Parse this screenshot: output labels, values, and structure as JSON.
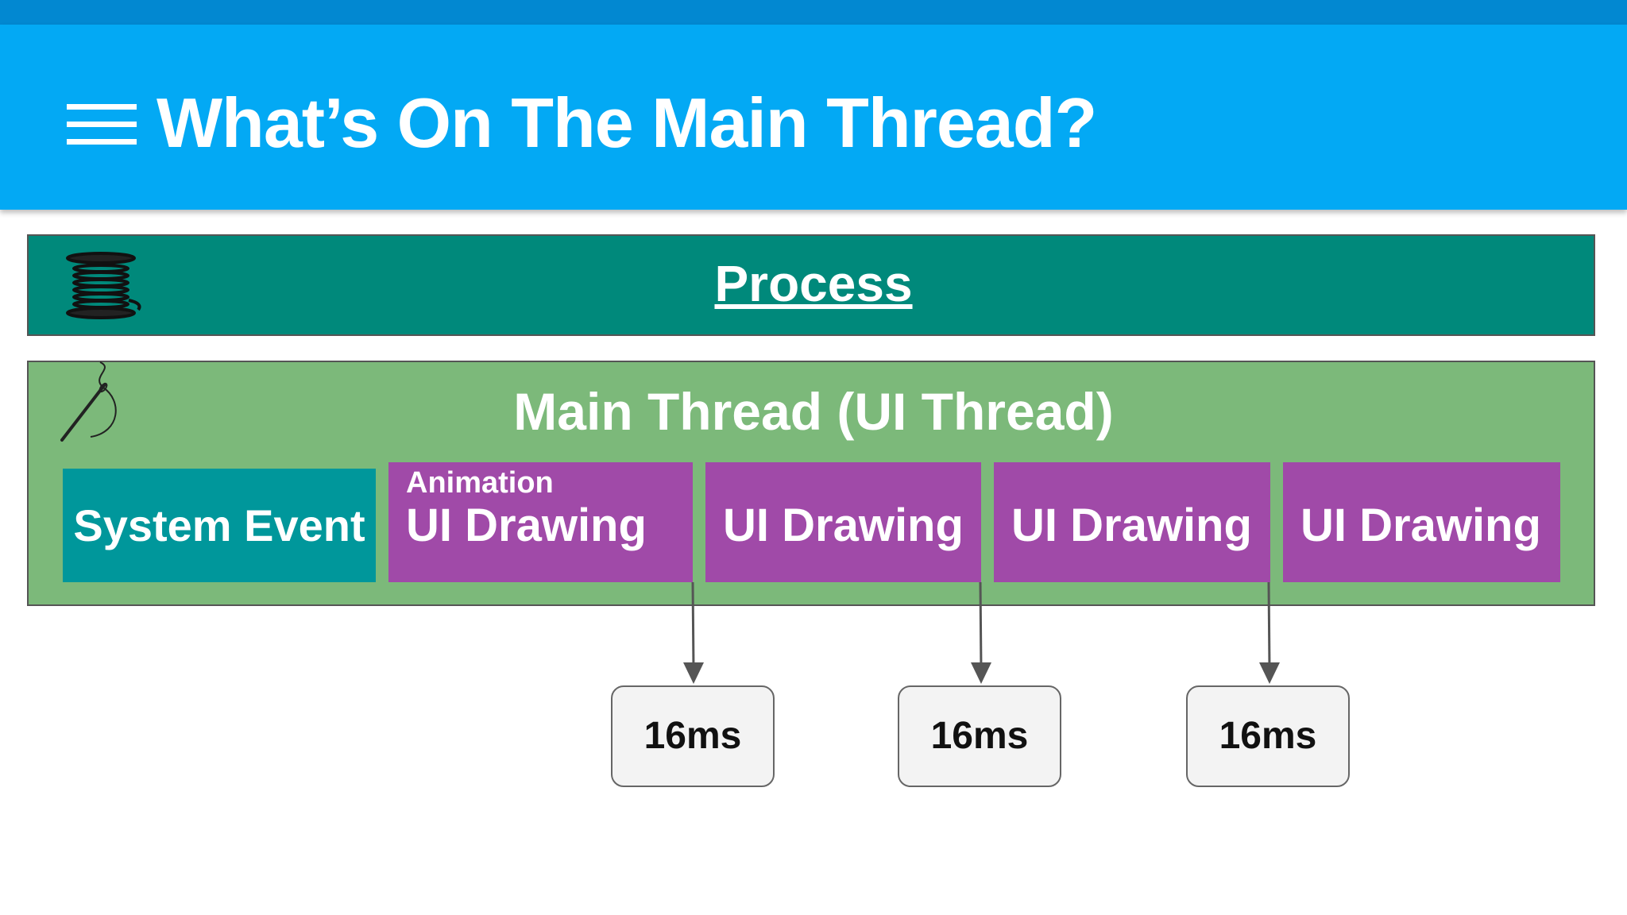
{
  "header": {
    "title": "What’s On The Main Thread?"
  },
  "icons": {
    "menu": "hamburger-menu-icon",
    "spool": "thread-spool-icon",
    "needle": "needle-thread-icon"
  },
  "process": {
    "label": "Process"
  },
  "main_thread": {
    "label": "Main Thread (UI Thread)",
    "system_event": "System Event",
    "animation_label": "Animation",
    "drawings": [
      "UI Drawing",
      "UI Drawing",
      "UI Drawing",
      "UI Drawing"
    ]
  },
  "frame_budgets": [
    "16ms",
    "16ms",
    "16ms"
  ],
  "colors": {
    "header": "#03a9f4",
    "top_strip": "#0288d1",
    "process": "#00897b",
    "thread": "#7cb97a",
    "system_event": "#00979b",
    "ui_drawing": "#a04aa8"
  }
}
